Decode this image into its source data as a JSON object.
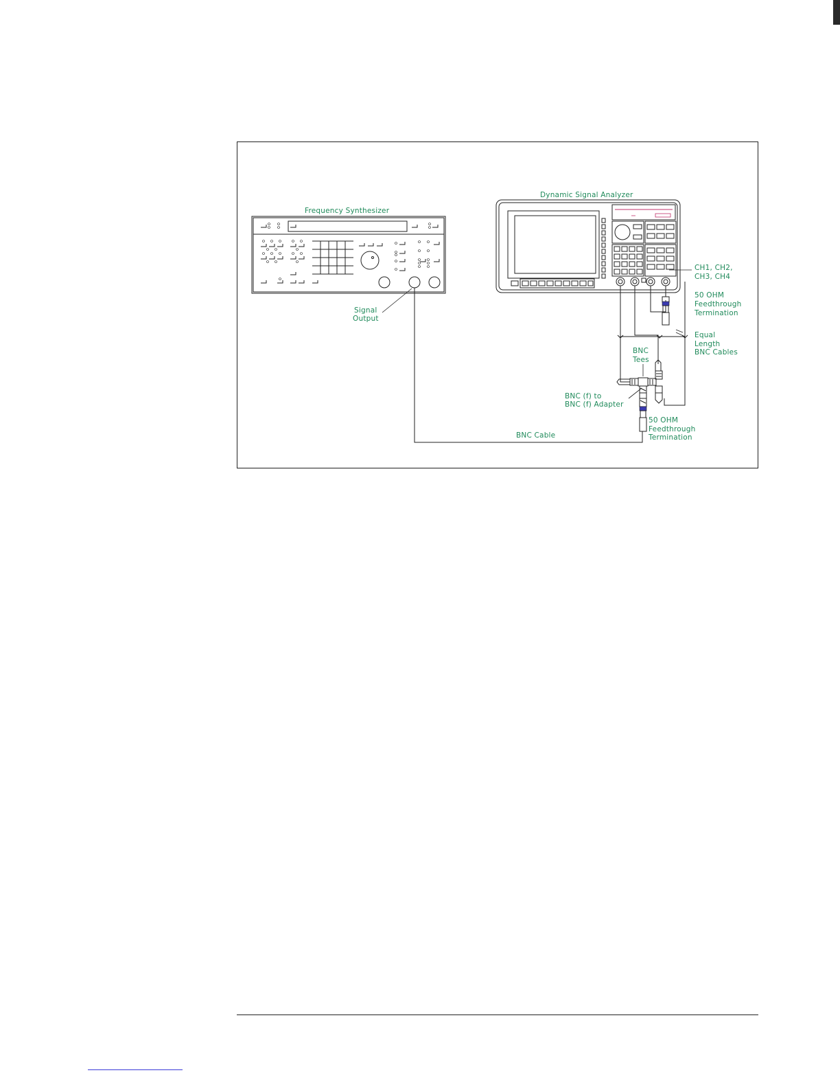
{
  "figure": {
    "labels": {
      "frequency_synthesizer": "Frequency Synthesizer",
      "dynamic_signal_analyzer": "Dynamic Signal Analyzer",
      "signal_output_line1": "Signal",
      "signal_output_line2": "Output",
      "channels_line1": "CH1, CH2,",
      "channels_line2": "CH3, CH4",
      "termination_top_line1": "50 OHM",
      "termination_top_line2": "Feedthrough",
      "termination_top_line3": "Termination",
      "equal_length_line1": "Equal",
      "equal_length_line2": "Length",
      "equal_length_line3": "BNC Cables",
      "bnc_tees_line1": "BNC",
      "bnc_tees_line2": "Tees",
      "adapter_line1": "BNC (f) to",
      "adapter_line2": "BNC (f) Adapter",
      "termination_bottom_line1": "50 OHM",
      "termination_bottom_line2": "Feedthrough",
      "termination_bottom_line3": "Termination",
      "bnc_cable": "BNC Cable"
    },
    "colors": {
      "label_text": "#1f8a5a",
      "line_art": "#222222",
      "termination_band": "#3b3bb0",
      "disk_accent": "#c0306a"
    }
  }
}
